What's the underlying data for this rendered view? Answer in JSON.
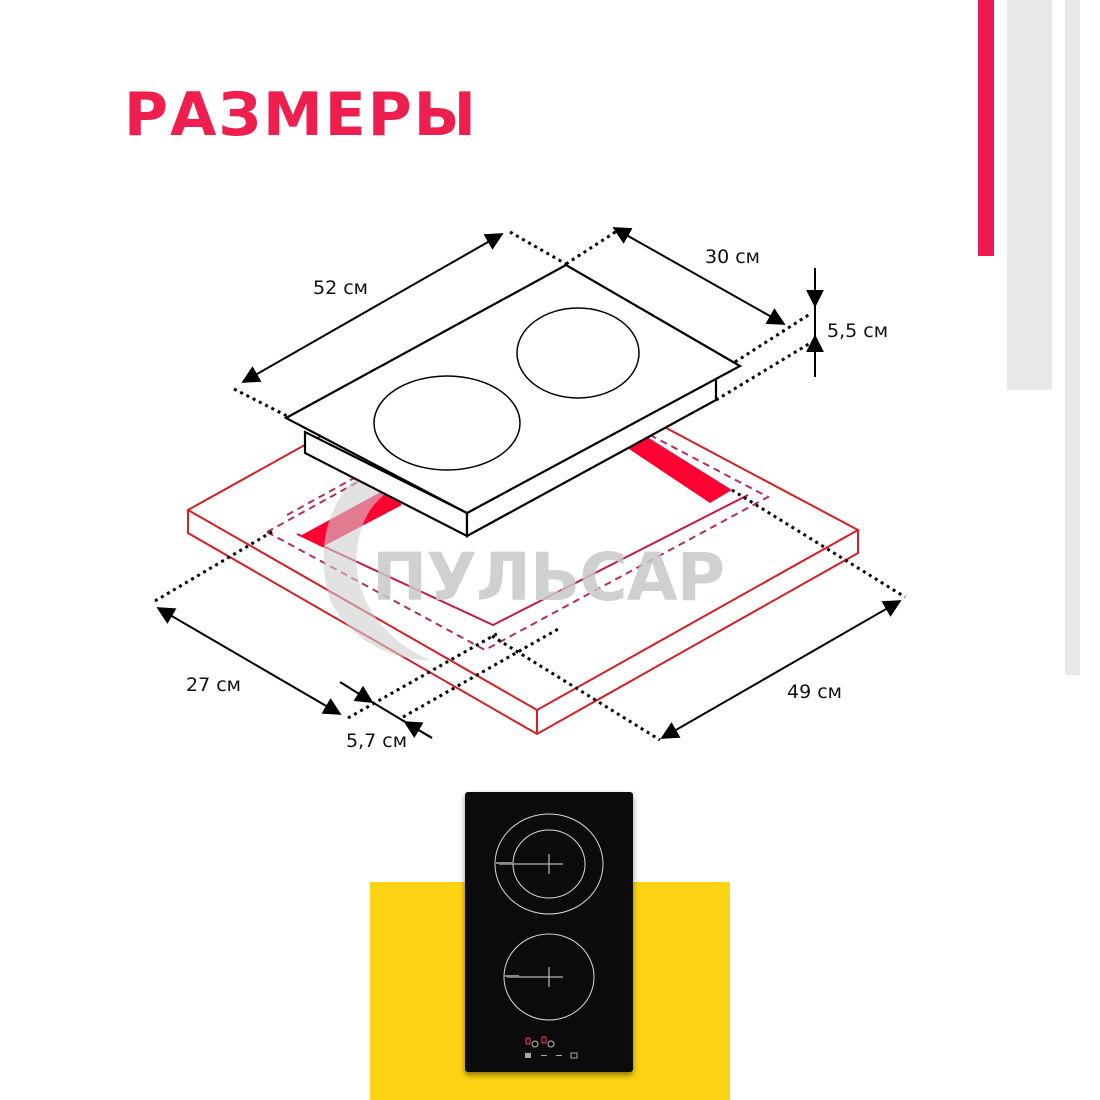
{
  "title": "РАЗМЕРЫ",
  "colors": {
    "accent": "#EE1F4F",
    "outline_red": "#D41F26",
    "fill_red": "#FF0033",
    "yellow": "#FCD312",
    "decor_grey": "#E8E8E8",
    "watermark_grey": "#C8C8C8"
  },
  "dimensions": {
    "length": "52 см",
    "width": "30 см",
    "height": "5,5 см",
    "cutout_depth": "27 см",
    "cutout_width": "49 см",
    "edge_offset": "5,7 см"
  },
  "watermark": {
    "text": "ПУЛЬСАР"
  },
  "product_photo": {
    "description": "Black glass induction hob with two burners, top view",
    "display_digits": [
      "0",
      "0"
    ],
    "control_icons": [
      "power-icon",
      "plus-icon",
      "minus-icon",
      "timer-icon"
    ]
  }
}
